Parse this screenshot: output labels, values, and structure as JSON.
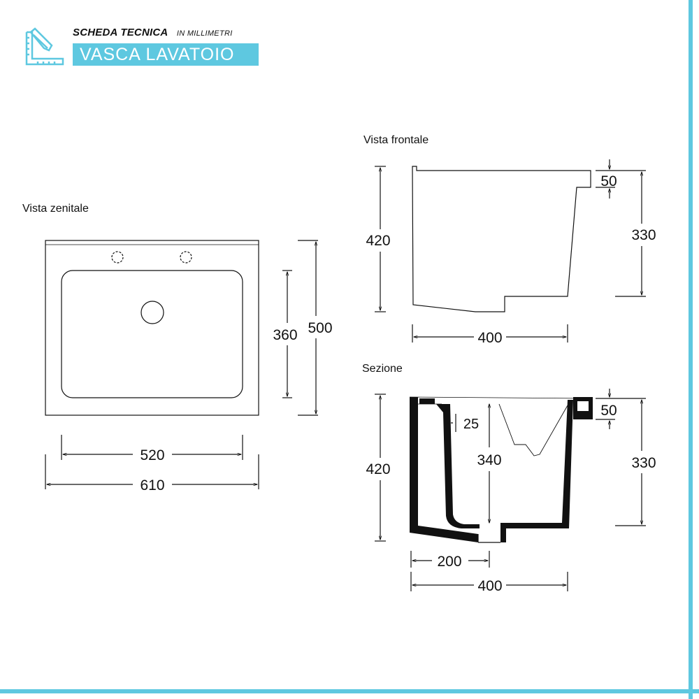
{
  "header": {
    "title": "SCHEDA TECNICA",
    "units": "IN MILLIMETRI",
    "product": "VASCA LAVATOIO"
  },
  "colors": {
    "accent": "#5ec8e0",
    "line": "#111111"
  },
  "icons": {
    "logo": "ruler-pencil-icon"
  },
  "views": {
    "top": {
      "title": "Vista zenitale",
      "dims": {
        "inner_width": "520",
        "outer_width": "610",
        "inner_depth": "360",
        "outer_depth": "500"
      }
    },
    "front": {
      "title": "Vista frontale",
      "dims": {
        "height": "420",
        "rim": "50",
        "bowl_height": "330",
        "width": "400"
      }
    },
    "section": {
      "title": "Sezione",
      "dims": {
        "height": "420",
        "wall": "25",
        "depth": "340",
        "rim": "50",
        "bowl_height": "330",
        "back_width": "200",
        "width": "400"
      }
    }
  }
}
